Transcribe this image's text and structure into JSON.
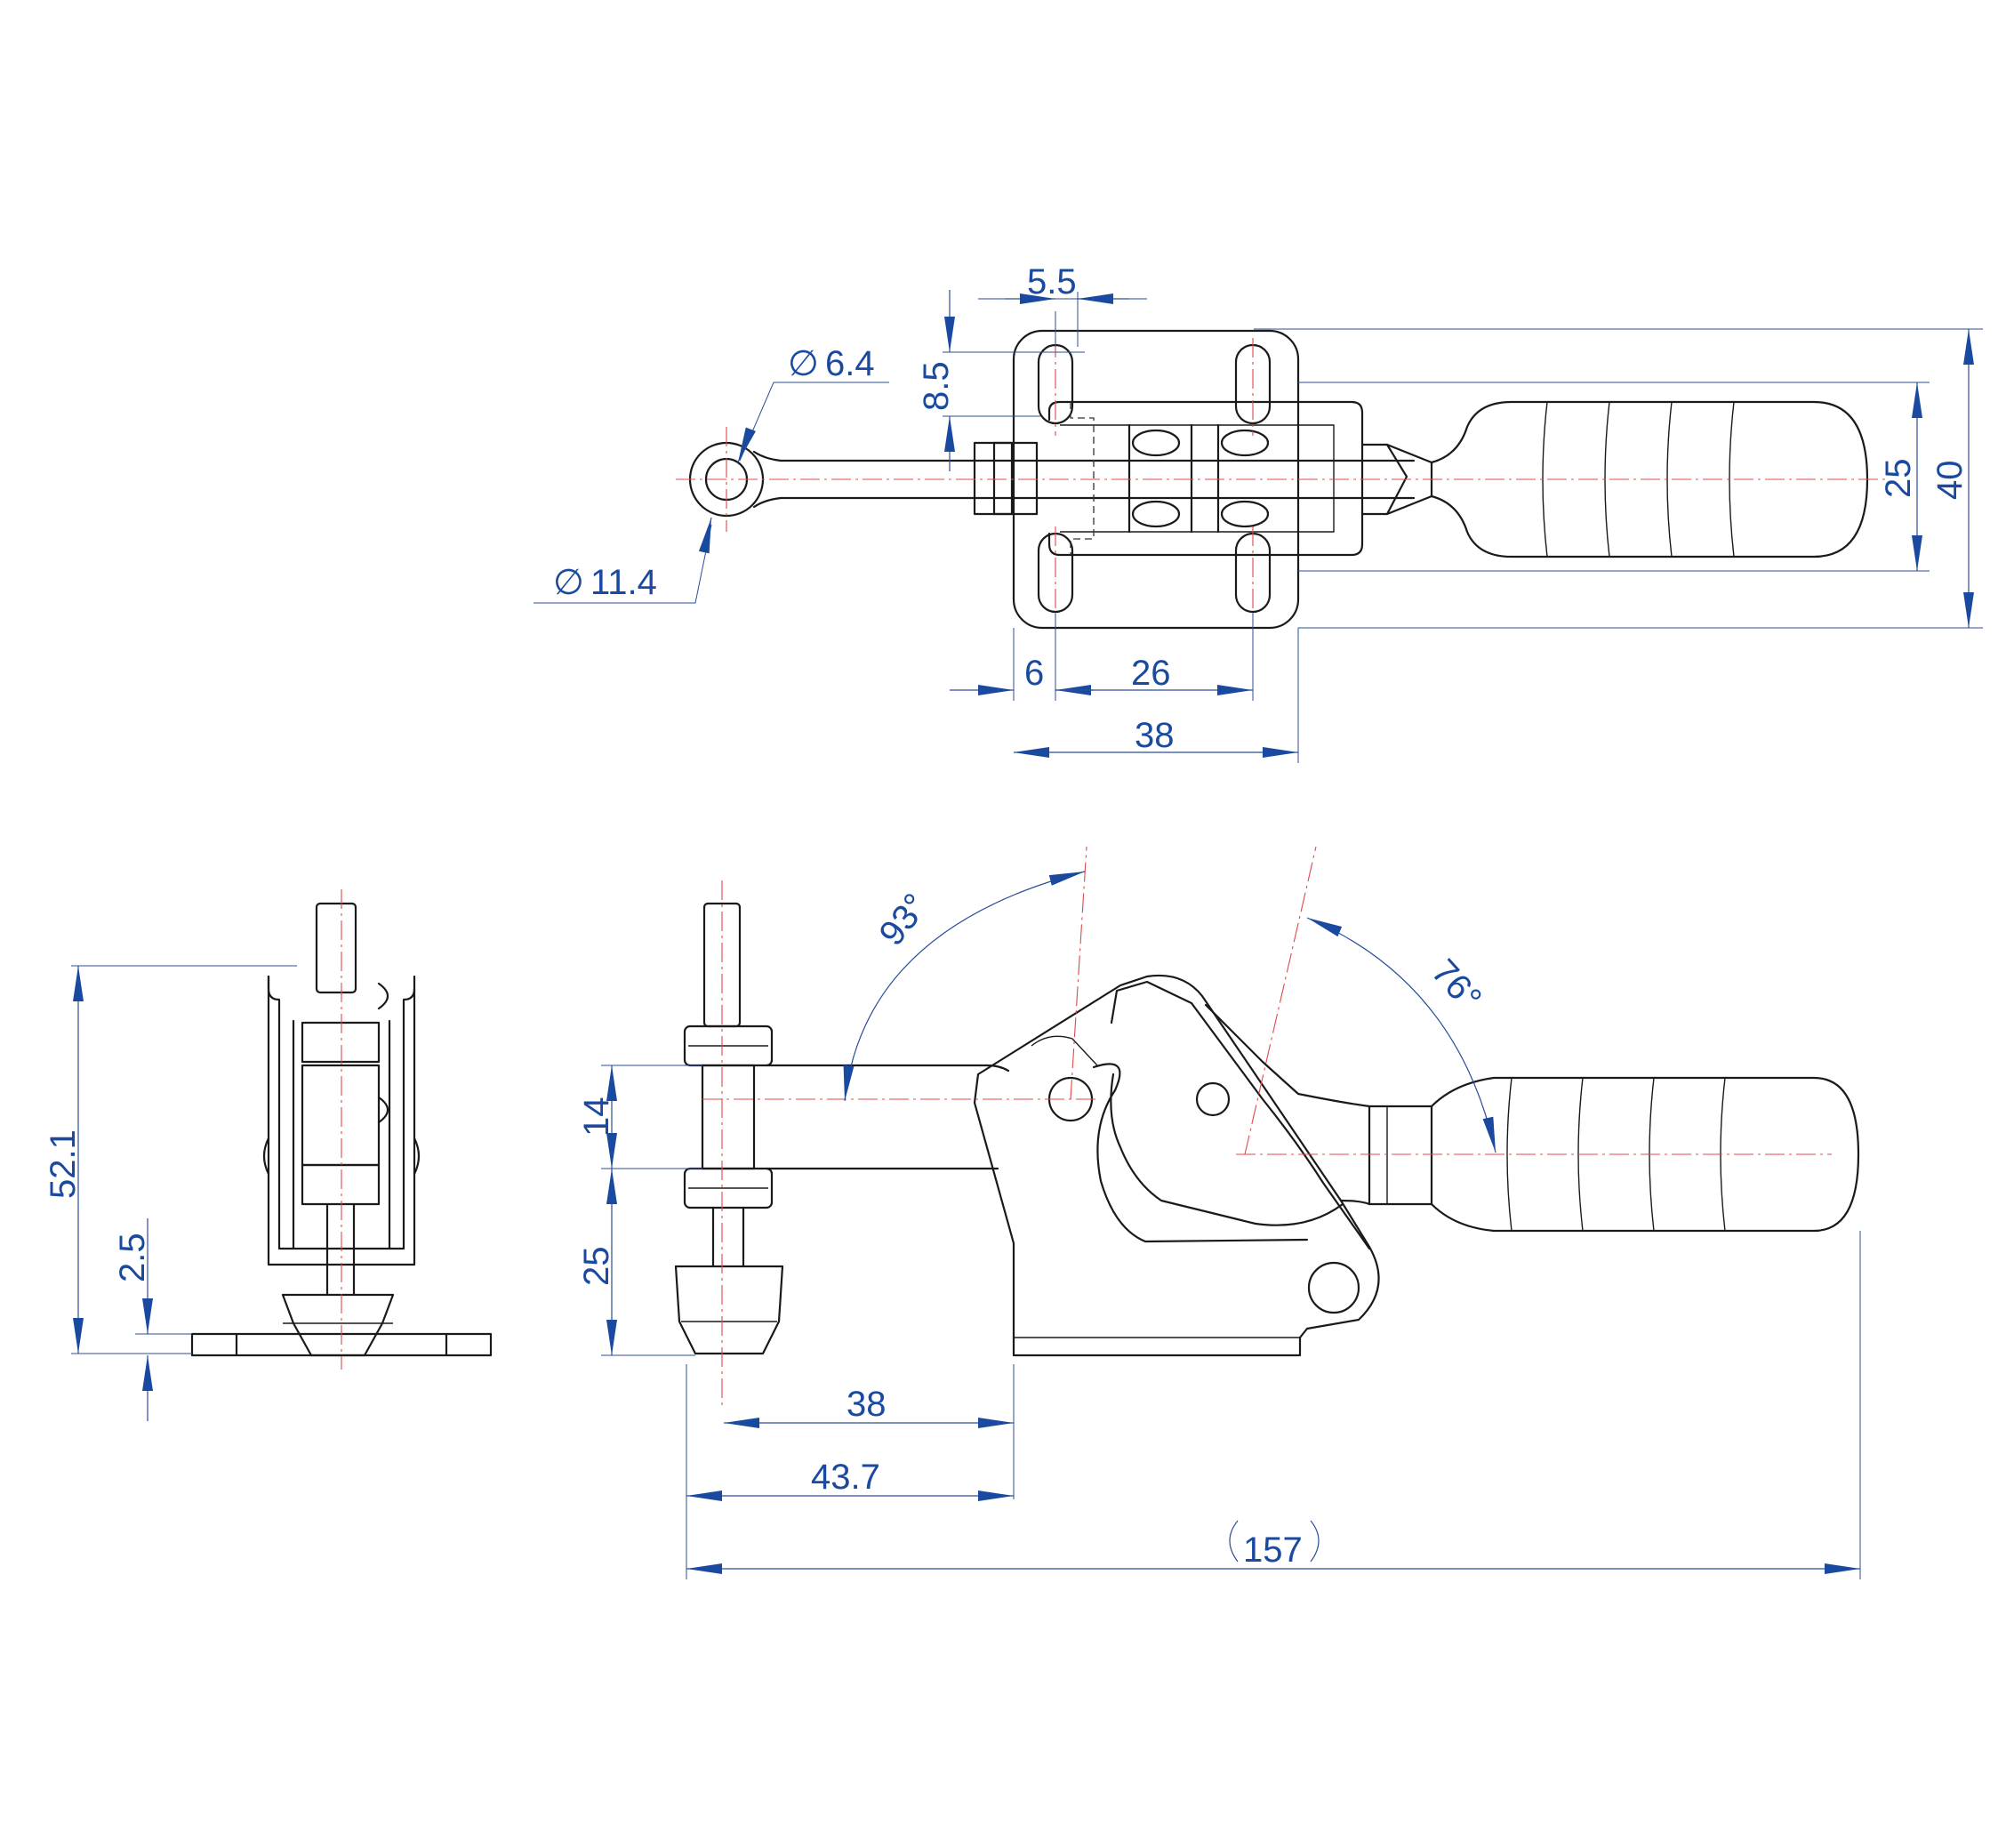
{
  "top_view": {
    "slot_width": "5.5",
    "slot_offset": "8.5",
    "hole_inner_dia": "6.4",
    "hole_outer_dia": "11.4",
    "edge_to_slot": "6",
    "slot_spacing": "26",
    "base_length": "38",
    "slot_pitch": "25",
    "base_width": "40"
  },
  "side_view": {
    "handle_angle": "93°",
    "release_angle": "76°",
    "spindle_height": "14",
    "spindle_to_base": "25",
    "spindle_to_base_edge": "38",
    "tip_to_base_edge": "43.7",
    "overall_length": "157"
  },
  "end_view": {
    "overall_height": "52.1",
    "base_thickness": "2.5"
  },
  "symbols": {
    "diameter": "∅"
  },
  "colors": {
    "dimension": "#1a4aa0",
    "outline": "#1a1a1a",
    "centerline": "#e04848"
  }
}
